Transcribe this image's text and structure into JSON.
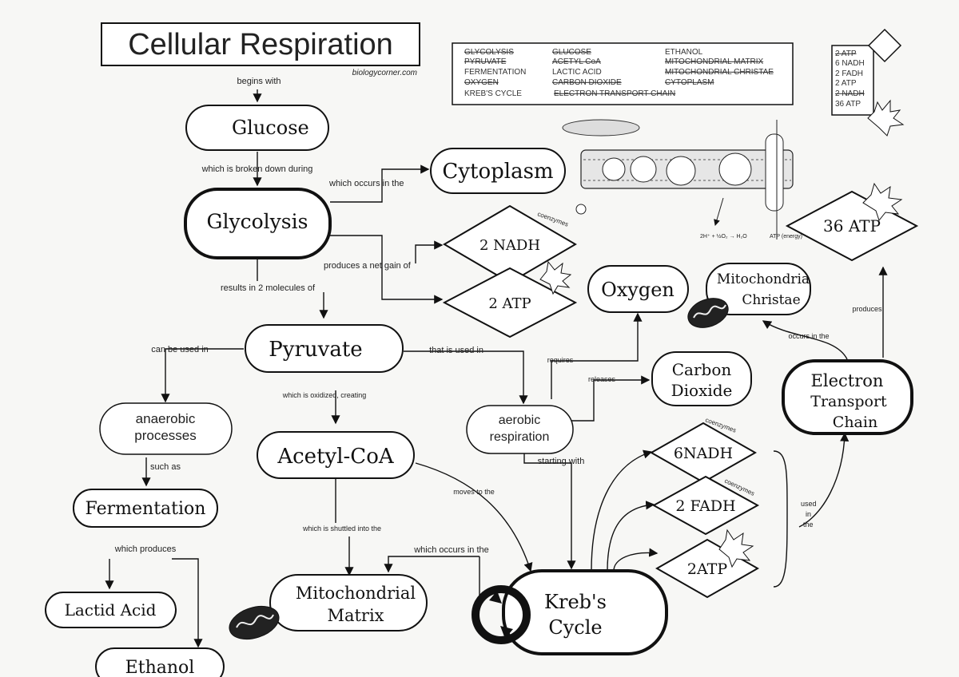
{
  "title": "Cellular Respiration",
  "credit": "biologycorner.com",
  "word_bank": [
    [
      "GLYCOLYSIS",
      "GLUCOSE",
      "ETHANOL"
    ],
    [
      "PYRUVATE",
      "ACETYL CoA",
      "MITOCHONDRIAL MATRIX"
    ],
    [
      "FERMENTATION",
      "LACTIC ACID",
      "MITOCHONDRIAL CHRISTAE"
    ],
    [
      "OXYGEN",
      "CARBON DIOXIDE",
      "CYTOPLASM"
    ],
    [
      "KREB'S CYCLE",
      "ELECTRON TRANSPORT CHAIN",
      ""
    ]
  ],
  "atp_bank": [
    "2 ATP",
    "6 NADH",
    "2 FADH",
    "2 ATP",
    "2 NADH",
    "36 ATP"
  ],
  "nodes": {
    "glucose": "Glucose",
    "glycolysis": "Glycolysis",
    "cytoplasm": "Cytoplasm",
    "nadh2": "2 NADH",
    "atp2_glyc": "2 ATP",
    "pyruvate": "Pyruvate",
    "anaerobic": [
      "anaerobic",
      "processes"
    ],
    "fermentation": "Fermentation",
    "lactic": "Lactid Acid",
    "ethanol": "Ethanol",
    "acetyl": "Acetyl-CoA",
    "matrix": [
      "Mitochondrial",
      "Matrix"
    ],
    "aerobic": [
      "aerobic",
      "respiration"
    ],
    "oxygen": "Oxygen",
    "co2": [
      "Carbon",
      "Dioxide"
    ],
    "krebs": [
      "Kreb's",
      "Cycle"
    ],
    "nadh6": "6NADH",
    "fadh2": "2 FADH",
    "atp2_krebs": "2ATP",
    "cristae": [
      "Mitochondria",
      "Christae"
    ],
    "etc": [
      "Electron",
      "Transport",
      "Chain"
    ],
    "atp36": "36 ATP"
  },
  "links": {
    "begins": "begins with",
    "broken": "which is broken down during",
    "occurs1": "which occurs in the",
    "gain": "produces a net gain of",
    "coenz1": "coenzymes",
    "results": "results in 2 molecules of",
    "canbe": "can be used in",
    "thatis": "that is used in",
    "oxidized": "which is oxidized, creating",
    "suchas": "such as",
    "produces1": "which produces",
    "shuttled": "which is shuttled into the",
    "occurs2": "which occurs in the",
    "movesto": "moves to the",
    "requires": "requires",
    "releases": "releases",
    "starting": "starting with",
    "coenz2": "coenzymes",
    "coenz3": "coenzymes",
    "used": [
      "used",
      "in",
      "the"
    ],
    "occurs3": "occurs in the",
    "produces2": "produces"
  },
  "membrane_labels": {
    "reaction": "2H⁺ + ½O₂ → H₂O",
    "atp": "ATP (energy)"
  }
}
